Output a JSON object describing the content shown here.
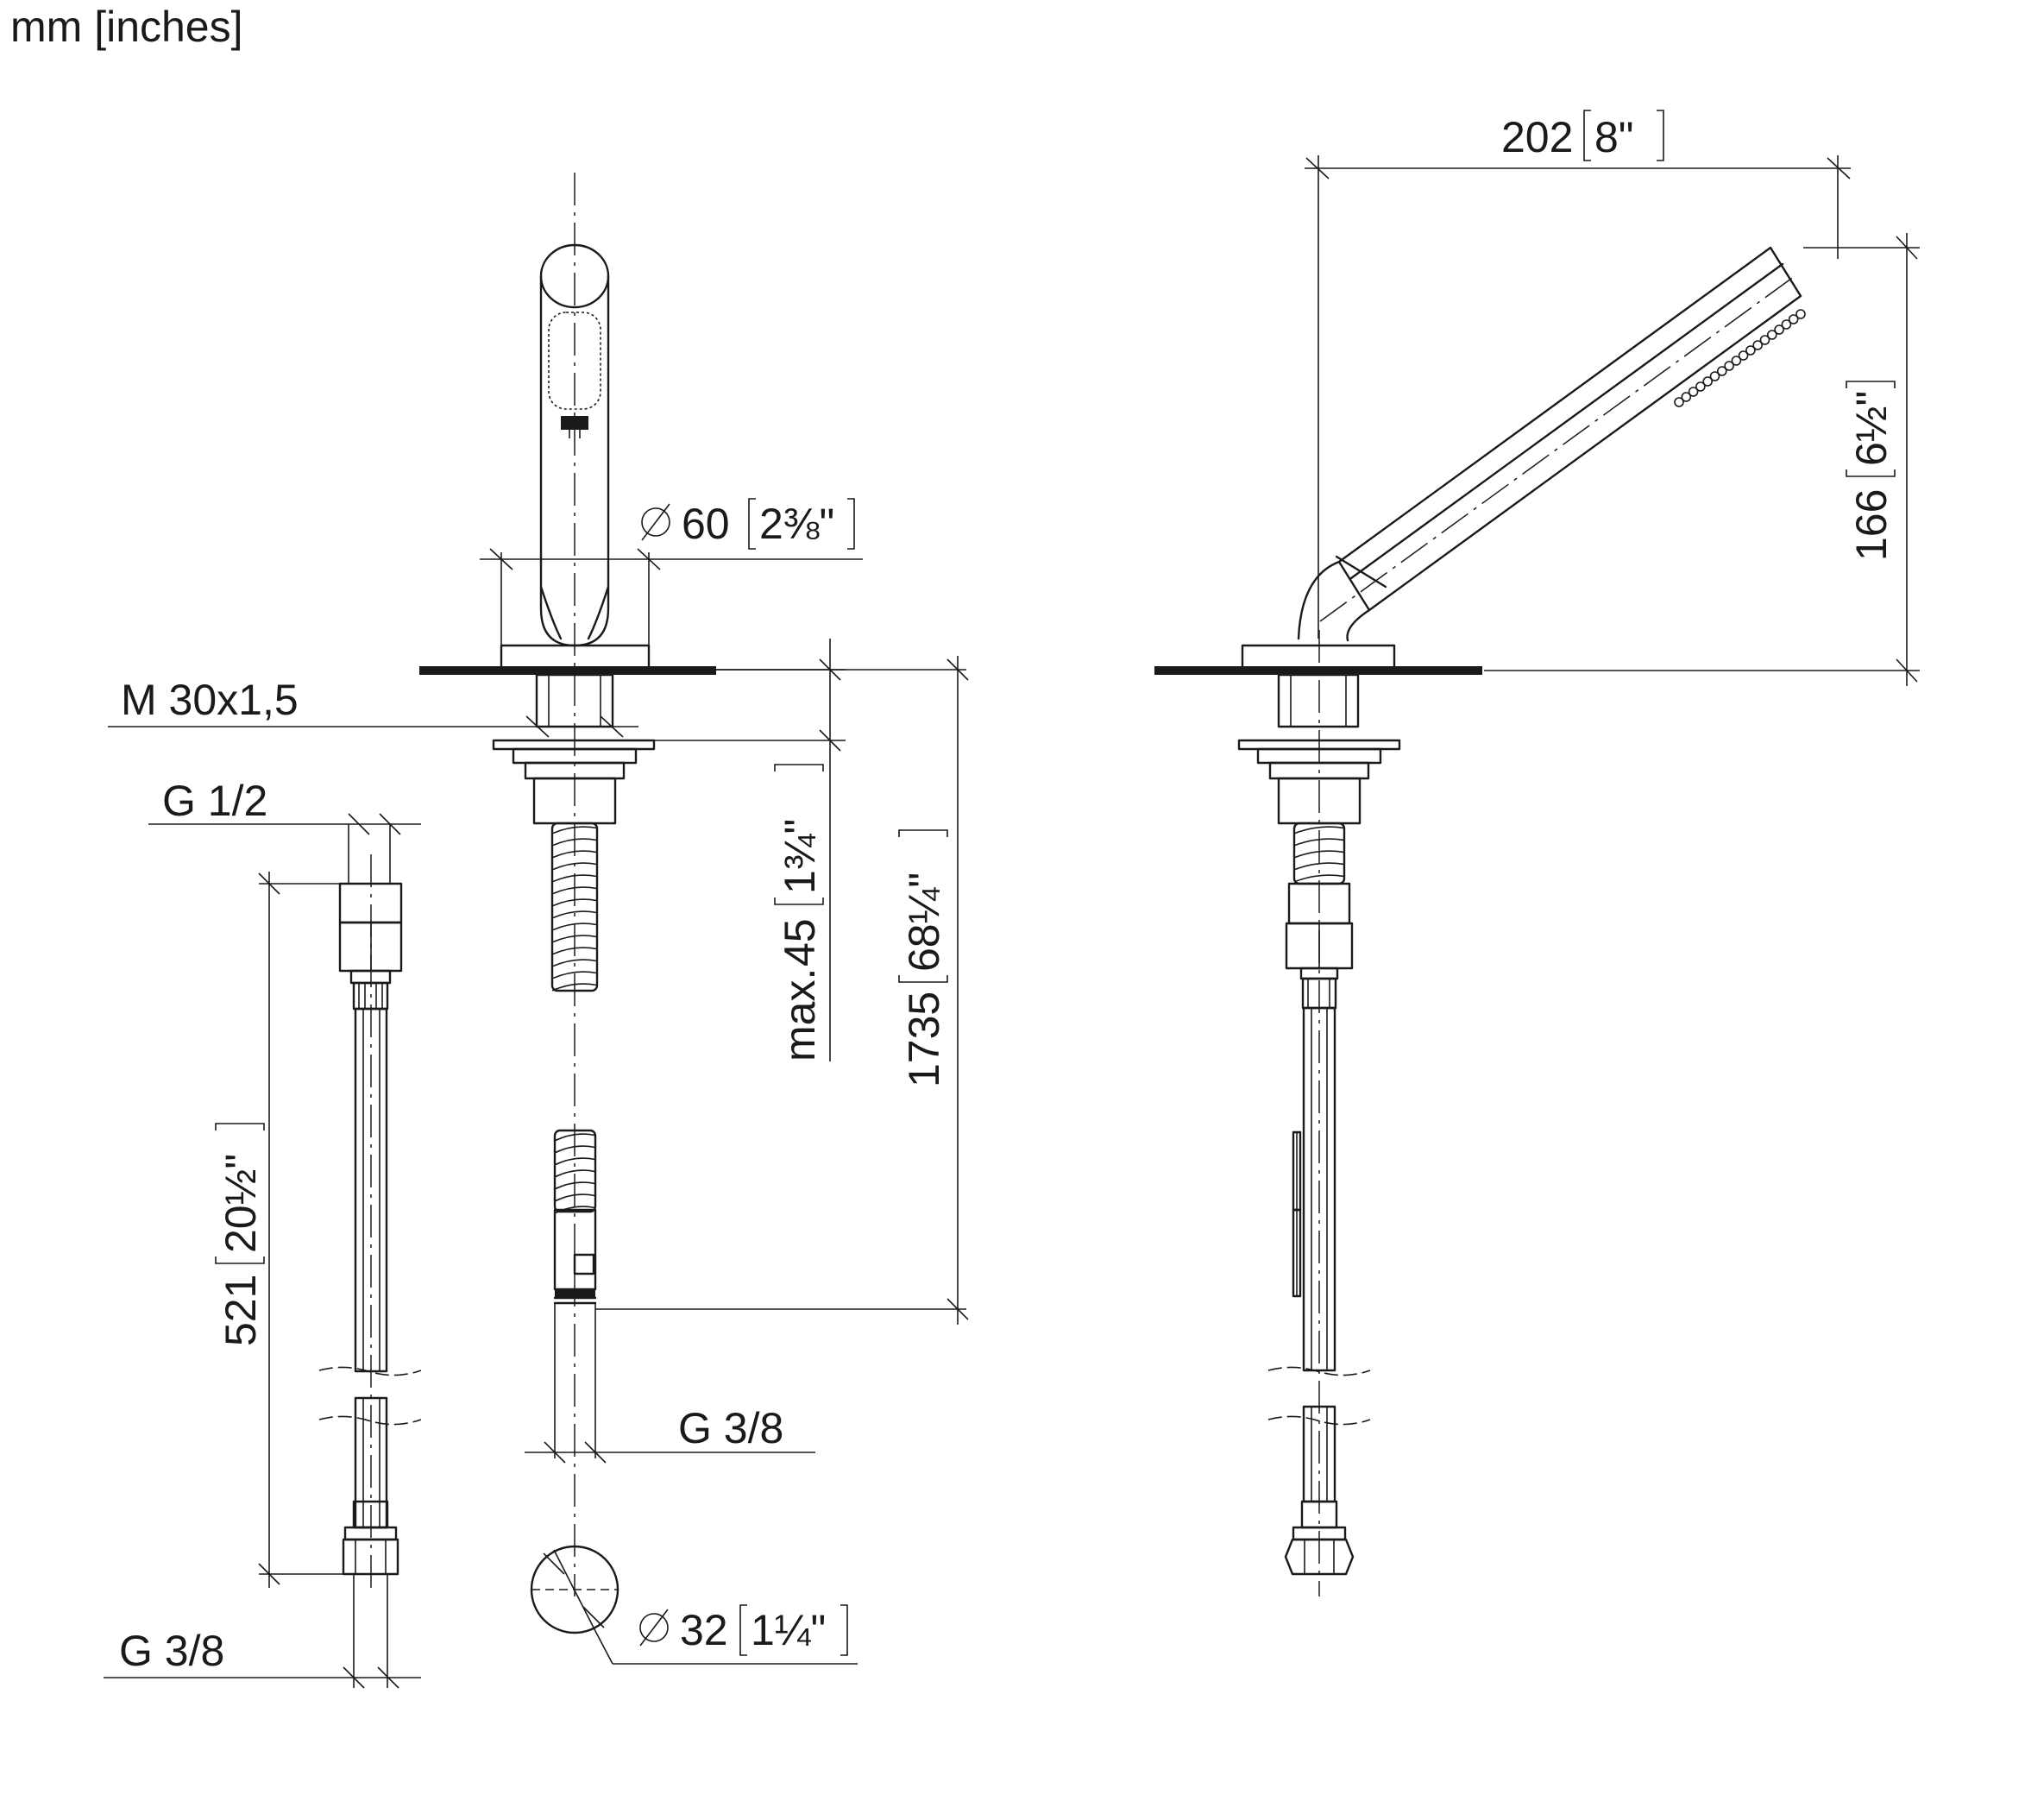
{
  "units": "mm [inches]",
  "dimensions": {
    "width_total": {
      "mm": "202",
      "inch": "8\""
    },
    "height_spray": {
      "mm": "166",
      "inch": "6½\""
    },
    "rosette_diameter": {
      "mm": "60",
      "inch": "2⅜\""
    },
    "thread_mount": "M 30x1,5",
    "thread_hose_top": "G 1/2",
    "hose_length": {
      "mm": "521",
      "inch": "20½\""
    },
    "thread_hose_bottom": "G 3/8",
    "max_deck": {
      "prefix": "max.",
      "mm": "45",
      "inch": "1¾\""
    },
    "hose_total": {
      "mm": "1735",
      "inch": "68¼\""
    },
    "thread_connector": "G 3/8",
    "hole_diameter": {
      "mm": "32",
      "inch": "1¼\""
    }
  }
}
